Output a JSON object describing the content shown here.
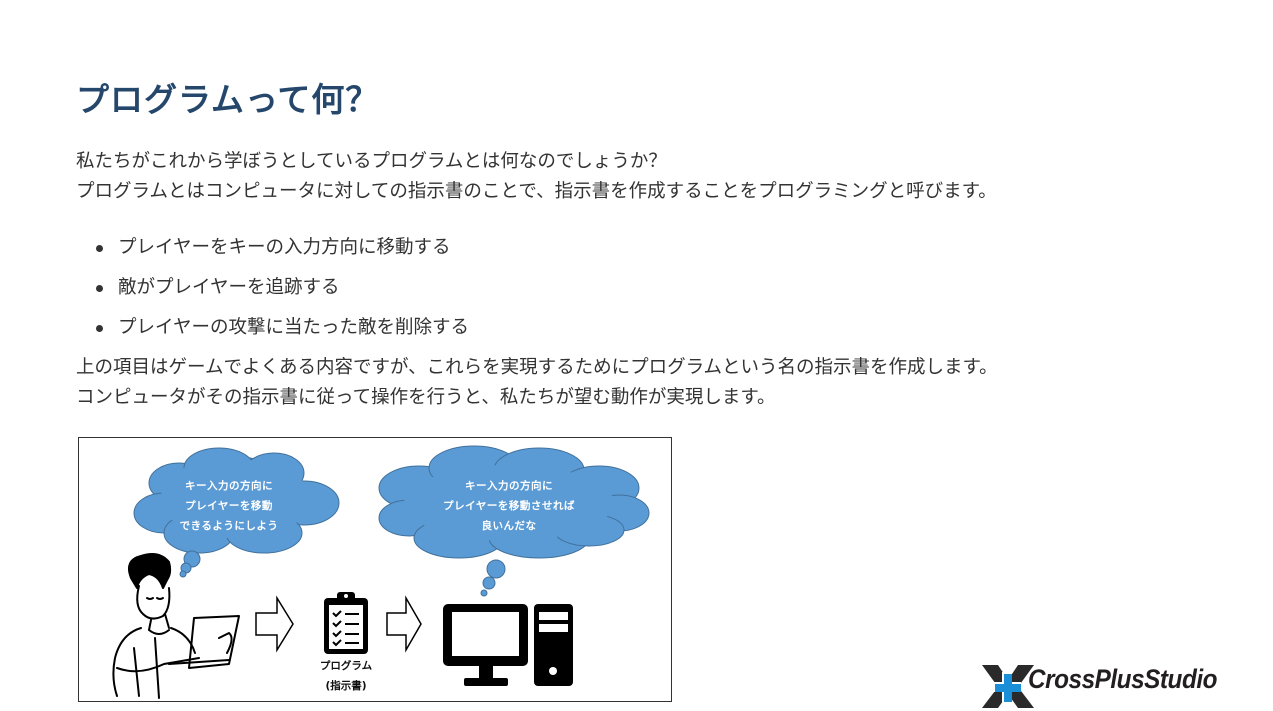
{
  "page": {
    "title": "プログラムって何？",
    "intro": [
      "私たちがこれから学ぼうとしているプログラムとは何なのでしょうか？",
      "プログラムとはコンピュータに対しての指示書のことで、指示書を作成することをプログラミングと呼びます。"
    ],
    "bullets": [
      "プレイヤーをキーの入力方向に移動する",
      "敵がプレイヤーを追跡する",
      "プレイヤーの攻撃に当たった敵を削除する"
    ],
    "outro": [
      "上の項目はゲームでよくある内容ですが、これらを実現するためにプログラムという名の指示書を作成します。",
      "コンピュータがその指示書に従って操作を行うと、私たちが望む動作が実現します。"
    ]
  },
  "diagram": {
    "person_thought": [
      "キー入力の方向に",
      "プレイヤーを移動",
      "できるようにしよう"
    ],
    "computer_thought": [
      "キー入力の方向に",
      "プレイヤーを移動させれば",
      "良いんだな"
    ],
    "program_label": [
      "プログラム",
      "(指示書)"
    ],
    "icons": [
      "person-with-laptop-icon",
      "arrow-right-icon",
      "clipboard-checklist-icon",
      "arrow-right-icon",
      "desktop-computer-icon"
    ],
    "colors": {
      "cloud": "#5b9bd5",
      "cloud_border": "#41719c",
      "icon": "#000000"
    }
  },
  "logo": {
    "text": "CrossPlusStudio",
    "colors": {
      "cross": "#2a2a2a",
      "plus": "#1a8fd8",
      "text": "#231f20"
    }
  },
  "colors": {
    "title": "#24476b",
    "body_text": "#333333",
    "background": "#ffffff"
  }
}
